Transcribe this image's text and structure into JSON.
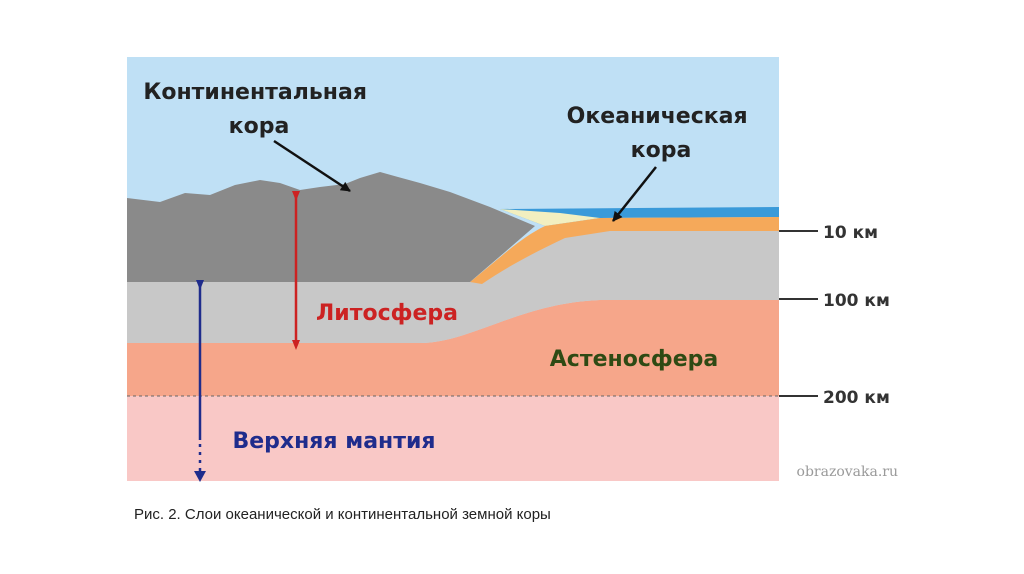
{
  "labels": {
    "continental_crust": [
      "Континентальная",
      "кора"
    ],
    "oceanic_crust": [
      "Океаническая",
      "кора"
    ],
    "lithosphere": "Литосфера",
    "asthenosphere": "Астеносфера",
    "upper_mantle": "Верхняя мантия"
  },
  "depth_marks": [
    "10 км",
    "100 км",
    "200 км"
  ],
  "watermark": "obrazovaka.ru",
  "caption": "Рис. 2. Слои океанической и континентальной земной коры",
  "colors": {
    "sky": "#bfe0f5",
    "ocean": "#3a9ad9",
    "continental_crust": "#8a8a8a",
    "oceanic_crust": "#f5a95a",
    "lithosphere_mantle": "#c8c8c8",
    "asthenosphere": "#f6a68a",
    "upper_mantle": "#f9c8c6",
    "lithosphere_label": "#cc2222",
    "asthenosphere_label": "#2e4a14",
    "upper_mantle_label": "#1f2c8c"
  }
}
